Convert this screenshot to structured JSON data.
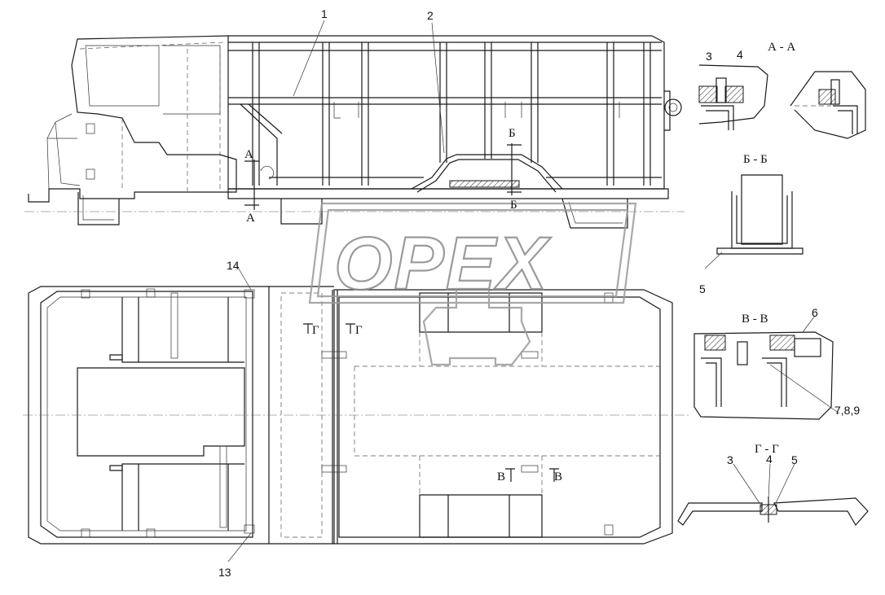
{
  "watermark": {
    "text": "OPEX"
  },
  "callouts": {
    "c1": "1",
    "c2": "2",
    "c3a": "3",
    "c4a": "4",
    "c5b": "5",
    "c6": "6",
    "c789": "7,8,9",
    "c3g": "3",
    "c4g": "4",
    "c5g": "5",
    "c13": "13",
    "c14": "14"
  },
  "section_marks": {
    "A_top": "А",
    "A_bottom": "А",
    "B_top": "Б",
    "B_bottom": "Б",
    "V_left": "В",
    "V_right": "В",
    "G_left": "Г",
    "G_right": "Г"
  },
  "views": {
    "aa": "А - А",
    "bb": "Б - Б",
    "vv": "В - В",
    "gg": "Г - Г"
  }
}
